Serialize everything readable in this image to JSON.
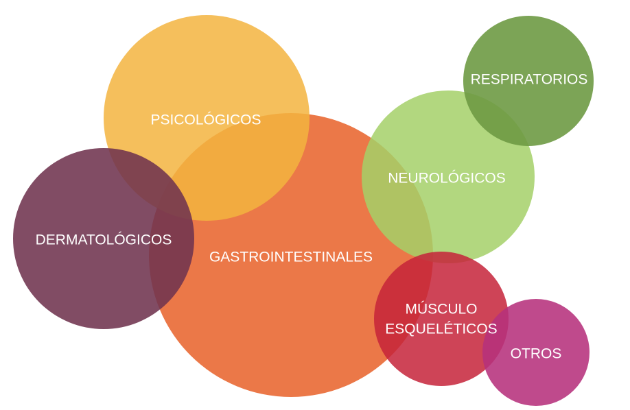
{
  "diagram": {
    "bubbles": [
      {
        "id": "gastrointestinales",
        "label": [
          "GASTROINTESTINALES"
        ],
        "color": "#E8652F"
      },
      {
        "id": "psicologicos",
        "label": [
          "PSICOLÓGICOS"
        ],
        "color": "#F3B440"
      },
      {
        "id": "dermatologicos",
        "label": [
          "DERMATOLÓGICOS"
        ],
        "color": "#6F334F"
      },
      {
        "id": "neurologicos",
        "label": [
          "NEUROLÓGICOS"
        ],
        "color": "#A5D068"
      },
      {
        "id": "respiratorios",
        "label": [
          "RESPIRATORIOS"
        ],
        "color": "#6E9A44"
      },
      {
        "id": "musculo-esqueleticos",
        "label": [
          "MÚSCULO",
          "ESQUELÉTICOS"
        ],
        "color": "#C5233A"
      },
      {
        "id": "otros",
        "label": [
          "OTROS"
        ],
        "color": "#B6317C"
      }
    ]
  }
}
